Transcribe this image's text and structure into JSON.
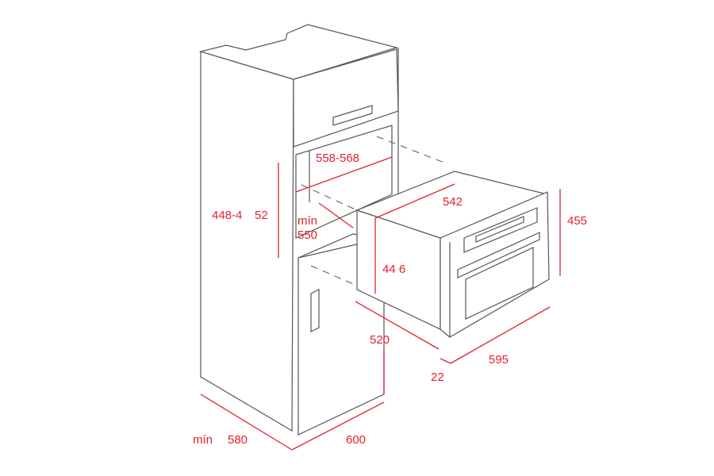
{
  "diagram": {
    "accent_color": "#e4202e",
    "labels": {
      "niche_width": "558-568",
      "oven_depth": "542",
      "oven_height": "455",
      "niche_height_a": "448-4",
      "niche_height_b": "52",
      "min_depth_label": "mín",
      "min_depth_value": "550",
      "oven_body_height": "44 6",
      "door_depth": "520",
      "oven_width": "595",
      "panel_thickness": "22",
      "cabinet_depth_min": "mín",
      "cabinet_depth": "580",
      "cabinet_width": "600"
    }
  }
}
